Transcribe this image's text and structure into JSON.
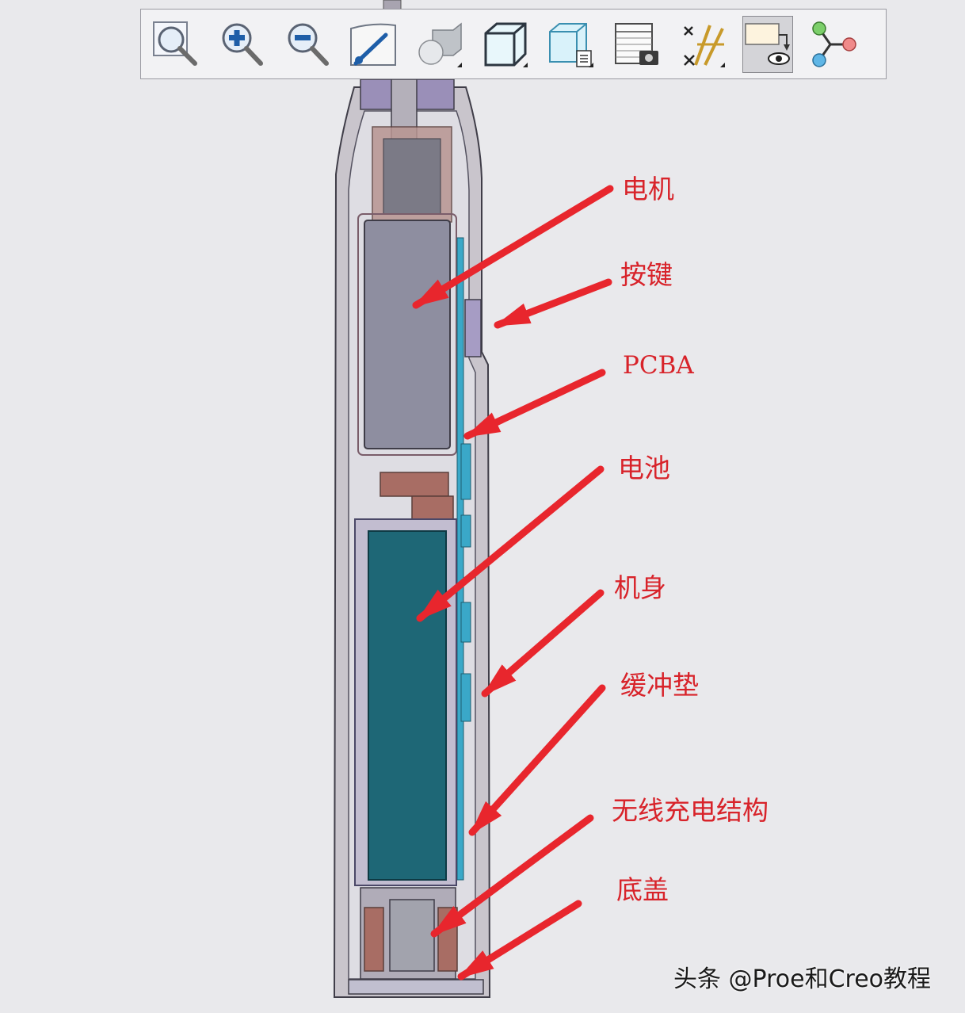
{
  "toolbar": {
    "buttons": [
      {
        "icon": "zoom-refit-icon"
      },
      {
        "icon": "zoom-in-icon"
      },
      {
        "icon": "zoom-out-icon"
      },
      {
        "icon": "repaint-icon"
      },
      {
        "icon": "display-style-icon"
      },
      {
        "icon": "saved-orientations-icon"
      },
      {
        "icon": "view-manager-icon"
      },
      {
        "icon": "named-views-icon"
      },
      {
        "icon": "datum-display-icon"
      },
      {
        "icon": "annotation-display-icon"
      },
      {
        "icon": "model-tree-icon"
      }
    ]
  },
  "callouts": [
    {
      "id": "motor",
      "label": "电机"
    },
    {
      "id": "button",
      "label": "按键"
    },
    {
      "id": "pcba",
      "label": "PCBA"
    },
    {
      "id": "battery",
      "label": "电池"
    },
    {
      "id": "body",
      "label": "机身"
    },
    {
      "id": "cushion",
      "label": "缓冲垫"
    },
    {
      "id": "wireless-charging",
      "label": "无线充电结构"
    },
    {
      "id": "bottom-cover",
      "label": "底盖"
    }
  ],
  "colors": {
    "callout": "#d8232a",
    "motor": "#8e8ea0",
    "battery": "#1e6776",
    "pcba": "#3aa8c8",
    "housing": "#c9c5cc",
    "copper": "#a86d64"
  },
  "watermark": "头条 @Proe和Creo教程"
}
